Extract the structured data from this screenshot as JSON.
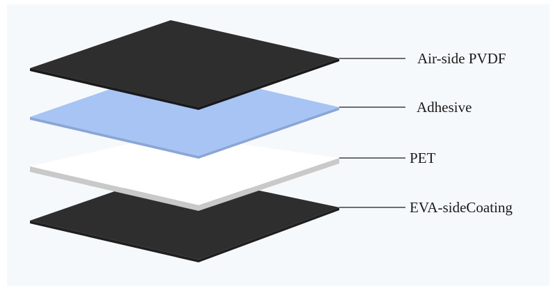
{
  "diagram": {
    "layers": [
      {
        "label": "Air-side PVDF",
        "color": "#2e2e2e"
      },
      {
        "label": "Adhesive",
        "color": "#a8c4f4"
      },
      {
        "label": "PET",
        "color": "#ffffff"
      },
      {
        "label": "EVA-sideCoating",
        "color": "#2e2e2e"
      }
    ]
  }
}
